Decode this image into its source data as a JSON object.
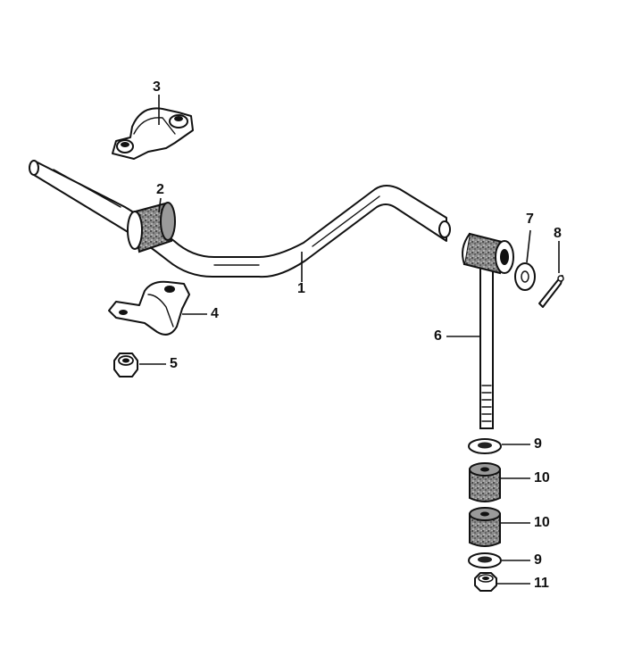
{
  "diagram": {
    "callouts": [
      {
        "id": "c1",
        "label": "1"
      },
      {
        "id": "c2",
        "label": "2"
      },
      {
        "id": "c3",
        "label": "3"
      },
      {
        "id": "c4",
        "label": "4"
      },
      {
        "id": "c5",
        "label": "5"
      },
      {
        "id": "c6",
        "label": "6"
      },
      {
        "id": "c7",
        "label": "7"
      },
      {
        "id": "c8",
        "label": "8"
      },
      {
        "id": "c9a",
        "label": "9"
      },
      {
        "id": "c10a",
        "label": "10"
      },
      {
        "id": "c10b",
        "label": "10"
      },
      {
        "id": "c9b",
        "label": "9"
      },
      {
        "id": "c11",
        "label": "11"
      }
    ]
  }
}
